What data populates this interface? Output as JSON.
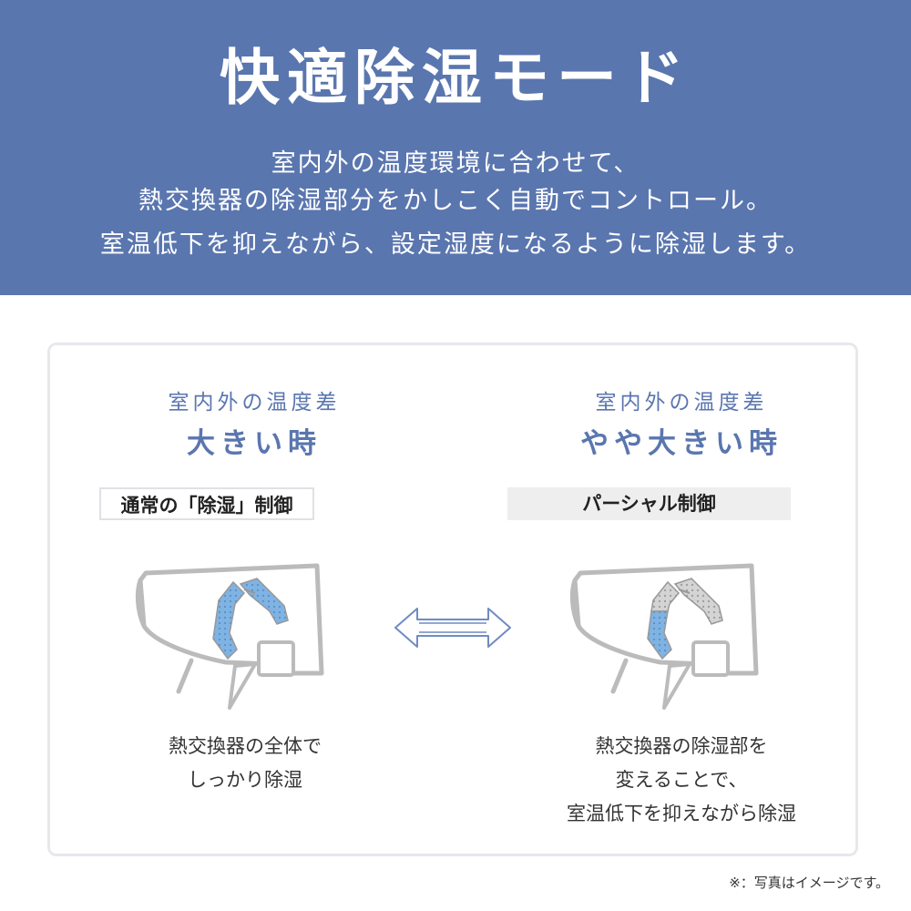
{
  "header": {
    "title": "快適除湿モード",
    "description": [
      "室内外の温度環境に合わせて、",
      "熱交換器の除湿部分をかしこく自動でコントロール。",
      "室温低下を抑えながら、設定湿度になるように除湿します。"
    ]
  },
  "left": {
    "subheading": "室内外の温度差",
    "heading": "大きい時",
    "mode_label": "通常の「除湿」制御",
    "caption": [
      "熱交換器の全体で",
      "しっかり除湿"
    ]
  },
  "right": {
    "subheading": "室内外の温度差",
    "heading": "やや大きい時",
    "mode_label": "パーシャル制御",
    "caption": [
      "熱交換器の除湿部を",
      "変えることで、",
      "室温低下を抑えながら除湿"
    ]
  },
  "footnote": "※：写真はイメージです。",
  "colors": {
    "header_bg": "#5a76af",
    "accent_text": "#5a76af",
    "exchanger_blue": "#7fb3e3",
    "exchanger_gray": "#c8c8c8"
  },
  "icons": [
    "left-right-arrow-icon",
    "air-conditioner-illustration"
  ]
}
